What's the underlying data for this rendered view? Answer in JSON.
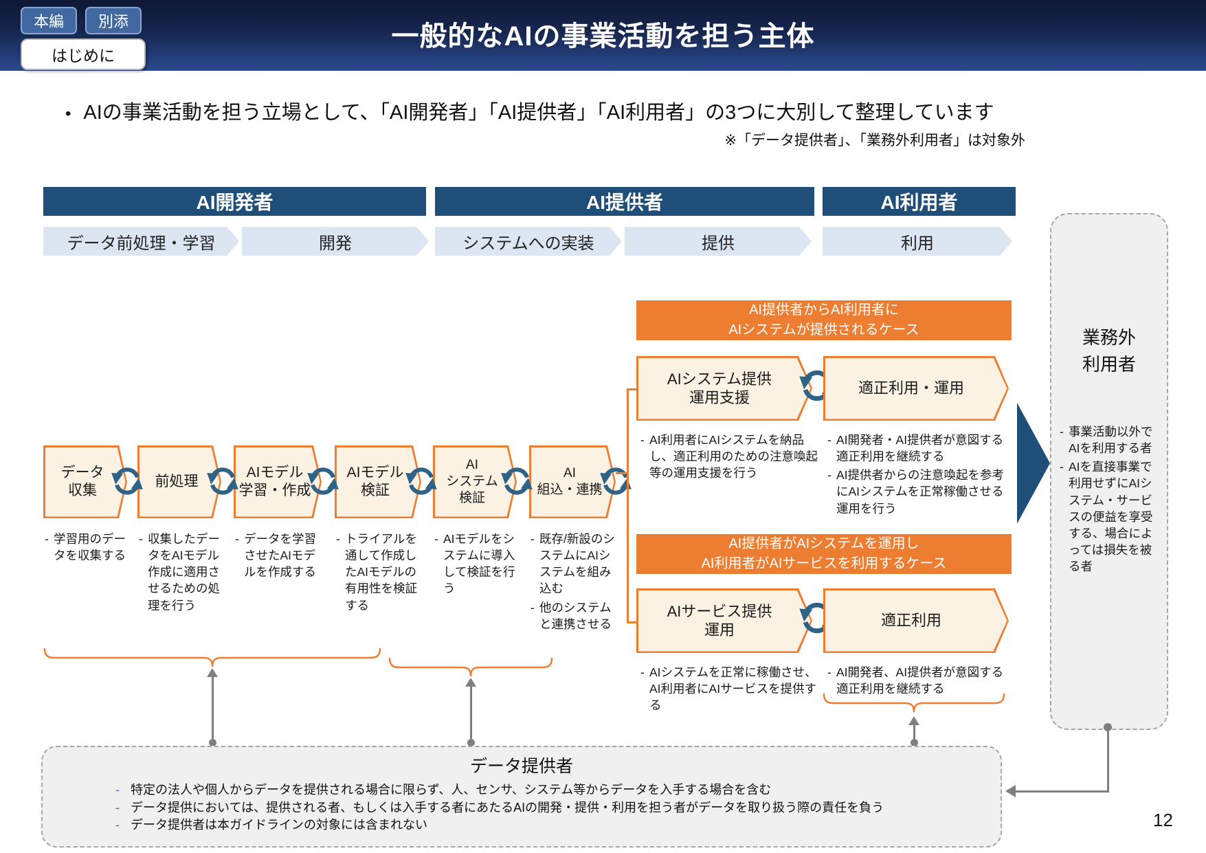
{
  "colors": {
    "navy": "#1F4E79",
    "orange": "#ED7D31",
    "cream": "#FCF2E4",
    "light_blue": "#DCE5F2",
    "cycle_blue": "#2F6385",
    "connector_gray": "#7F7F7F"
  },
  "header": {
    "tab_main": "本編",
    "tab_annex": "別添",
    "section_label": "はじめに",
    "title": "一般的なAIの事業活動を担う主体"
  },
  "intro": {
    "bullet": "AIの事業活動を担う立場として、「AI開発者」「AI提供者」「AI利用者」の3つに大別して整理しています",
    "note": "※「データ提供者」、「業務外利用者」は対象外"
  },
  "roles": {
    "developer": "AI開発者",
    "provider": "AI提供者",
    "user": "AI利用者"
  },
  "phases": [
    "データ前処理・学習",
    "開発",
    "システムへの実装",
    "提供",
    "利用"
  ],
  "steps": [
    {
      "label": "データ\n収集",
      "desc": [
        "学習用のデータを収集する"
      ]
    },
    {
      "label": "前処理",
      "desc": [
        "収集したデータをAIモデル作成に適用させるための処理を行う"
      ]
    },
    {
      "label": "AIモデル\n学習・作成",
      "desc": [
        "データを学習させたAIモデルを作成する"
      ]
    },
    {
      "label": "AIモデル\n検証",
      "desc": [
        "トライアルを通して作成したAIモデルの有用性を検証する"
      ]
    },
    {
      "label": "AI\nシステム\n検証",
      "desc": [
        "AIモデルをシステムに導入して検証を行う"
      ]
    },
    {
      "label": "AI\n組込・連携",
      "desc": [
        "既存/新設のシステムにAIシステムを組み込む",
        "他のシステムと連携させる"
      ]
    }
  ],
  "case1": {
    "banner": "AI提供者からAI利用者に\nAIシステムが提供されるケース",
    "left_box": {
      "label": "AIシステム提供\n運用支援",
      "desc": [
        "AI利用者にAIシステムを納品し、適正利用のための注意喚起等の運用支援を行う"
      ]
    },
    "right_box": {
      "label": "適正利用・運用",
      "desc": [
        "AI開発者・AI提供者が意図する適正利用を継続する",
        "AI提供者からの注意喚起を参考にAIシステムを正常稼働させる運用を行う"
      ]
    }
  },
  "case2": {
    "banner": "AI提供者がAIシステムを運用し\nAI利用者がAIサービスを利用するケース",
    "left_box": {
      "label": "AIサービス提供\n運用",
      "desc": [
        "AIシステムを正常に稼働させ、AI利用者にAIサービスを提供する"
      ]
    },
    "right_box": {
      "label": "適正利用",
      "desc": [
        "AI開発者、AI提供者が意図する適正利用を継続する"
      ]
    }
  },
  "outside_user": {
    "title": "業務外\n利用者",
    "desc": [
      "事業活動以外でAIを利用する者",
      "AIを直接事業で利用せずにAIシステム・サービスの便益を享受する、場合によっては損失を被る者"
    ]
  },
  "data_provider": {
    "title": "データ提供者",
    "items": [
      "特定の法人や個人からデータを提供される場合に限らず、人、センサ、システム等からデータを入手する場合を含む",
      "データ提供においては、提供される者、もしくは入手する者にあたるAIの開発・提供・利用を担う者がデータを取り扱う際の責任を負う",
      "データ提供者は本ガイドラインの対象には含まれない"
    ]
  },
  "page_number": "12"
}
